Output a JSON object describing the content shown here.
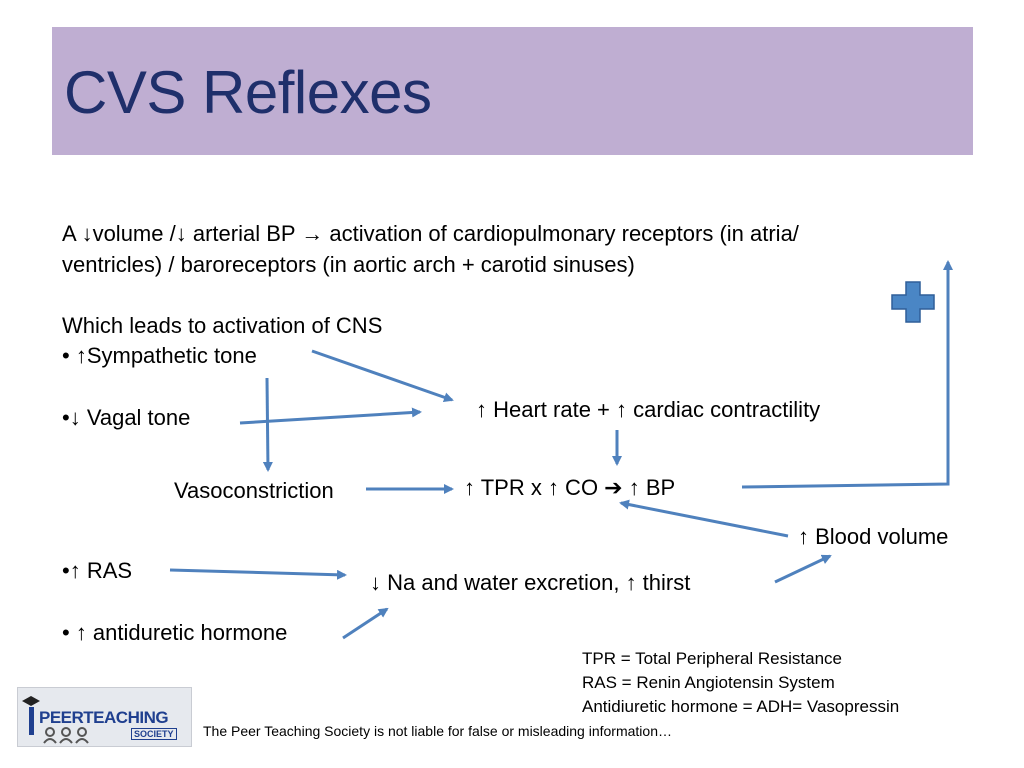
{
  "title": "CVS Reflexes",
  "intro_line1": " A ↓volume /↓ arterial BP → activation of cardiopulmonary receptors (in atria/",
  "intro_line2": "ventricles) / baroreceptors (in aortic arch + carotid sinuses)",
  "cns_line": "Which leads to activation of CNS",
  "bullet_sympathetic": "• ↑Sympathetic tone",
  "bullet_vagal": "•↓ Vagal tone",
  "vasoconstriction": "Vasoconstriction",
  "heart_rate": "↑ Heart rate + ↑ cardiac contractility",
  "tpr_co_bp": "↑ TPR   x ↑ CO ➔ ↑ BP",
  "blood_volume": "↑ Blood volume",
  "bullet_ras": "•↑ RAS",
  "na_water": "↓ Na and water excretion, ↑ thirst",
  "bullet_adh": "• ↑ antiduretic hormone",
  "legend": [
    "TPR = Total Peripheral Resistance",
    "RAS = Renin Angiotensin System",
    "Antidiuretic hormone = ADH= Vasopressin"
  ],
  "disclaimer": "The Peer Teaching Society is not liable for false or misleading information…",
  "logo": {
    "text": "PEERTEACHING",
    "sub": "SOCIETY"
  },
  "plus_icon": "plus-icon",
  "colors": {
    "title_bar": "#bfaed2",
    "title_text": "#1f2f6b",
    "arrow": "#4f81bd",
    "plus": "#4a86c5"
  }
}
